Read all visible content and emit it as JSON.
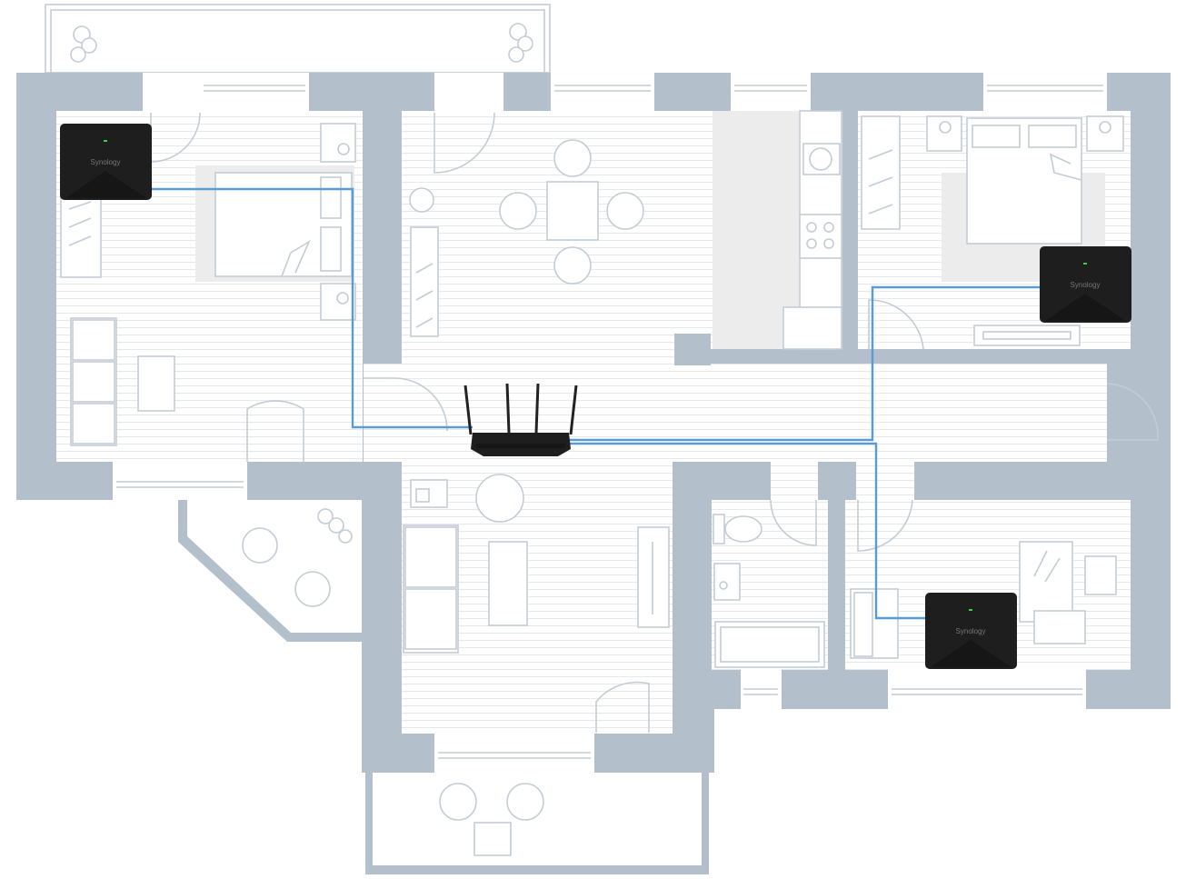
{
  "floor_plan": {
    "main_router": {
      "icon": "router-icon",
      "antennas": 4
    },
    "mesh_points": [
      {
        "id": "bedroom-left",
        "brand": "Synology",
        "icon": "mesh-router-icon"
      },
      {
        "id": "bedroom-right",
        "brand": "Synology",
        "icon": "mesh-router-icon"
      },
      {
        "id": "office",
        "brand": "Synology",
        "icon": "mesh-router-icon"
      }
    ],
    "colors": {
      "wall": "#b3c0cc",
      "cable": "#5b9bd5",
      "device": "#1e1e1e",
      "status_led": "#3ad13a"
    }
  }
}
